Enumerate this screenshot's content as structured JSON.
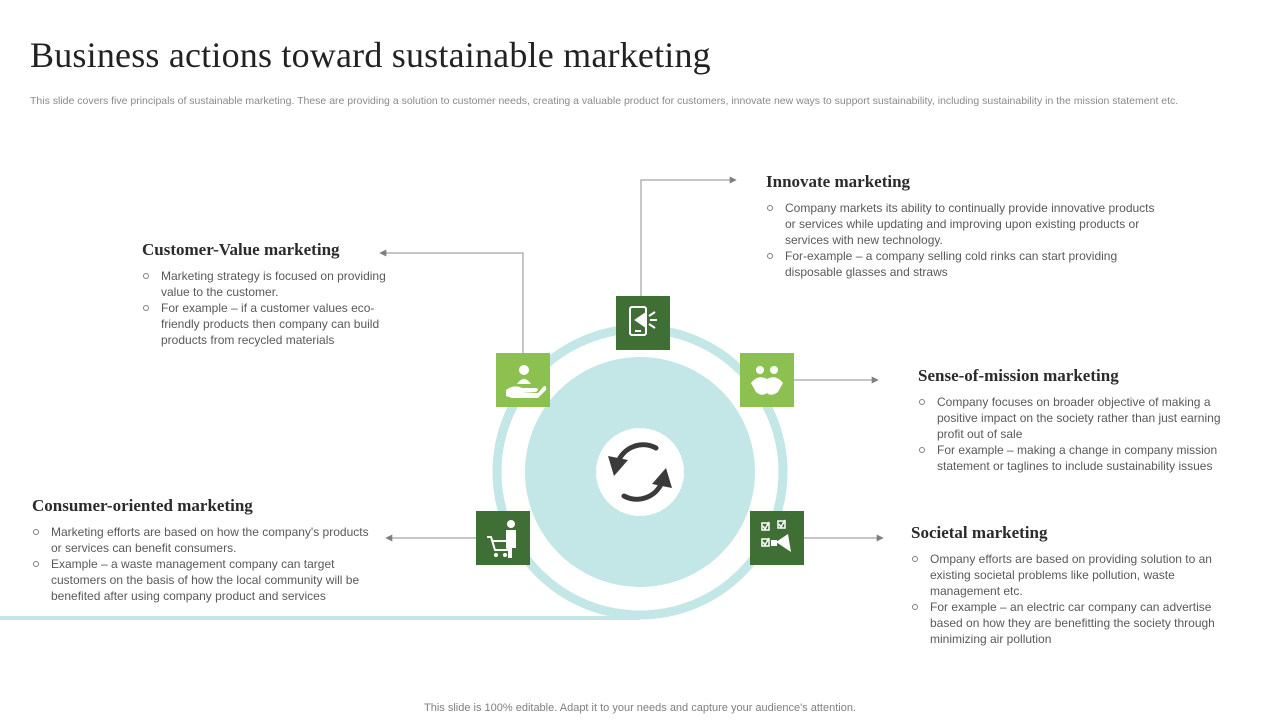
{
  "slide": {
    "title": "Business actions toward sustainable marketing",
    "subtitle": "This slide covers five principals of sustainable marketing. These are providing a solution to customer needs, creating a valuable product for customers, innovate new ways to support sustainability, including sustainability in the mission statement etc.",
    "footer": "This slide is 100% editable. Adapt it to your needs and capture your audience's attention."
  },
  "colors": {
    "dark_green": "#3f6f35",
    "light_green": "#8cc152",
    "teal_ring": "#c3e6e6",
    "connector": "#8c8c8c"
  },
  "center_icon": "cycle-arrows-icon",
  "items": [
    {
      "title": "Innovate marketing",
      "icon": "mobile-megaphone-icon",
      "bullets": [
        "Company markets its ability to continually provide innovative products or services while updating and improving  upon existing products or services with new technology.",
        "For-example – a company selling cold rinks can start providing disposable glasses and straws"
      ]
    },
    {
      "title": "Customer-Value marketing",
      "icon": "hand-holding-person-icon",
      "bullets": [
        "Marketing strategy is focused on providing value to the customer.",
        "For example – if a customer values eco-friendly products then company  can build products from recycled materials"
      ]
    },
    {
      "title": "Sense-of-mission marketing",
      "icon": "handshake-icon",
      "bullets": [
        "Company focuses on broader objective of making a positive impact on the society rather than just earning profit out of sale",
        "For example – making a change in company mission statement or taglines to include sustainability issues"
      ]
    },
    {
      "title": "Consumer-oriented marketing",
      "icon": "shopper-cart-icon",
      "bullets": [
        "Marketing efforts are based on how the company's products or services can benefit consumers.",
        "Example – a waste management company can target customers on the basis of how the local community will be benefited after using company product and services"
      ]
    },
    {
      "title": "Societal marketing",
      "icon": "checklist-megaphone-icon",
      "bullets": [
        "Ompany efforts are based on providing  solution to an existing  societal problems like pollution, waste management etc.",
        "For example – an electric car company can advertise based on how they are benefitting the society through minimizing air pollution"
      ]
    }
  ]
}
